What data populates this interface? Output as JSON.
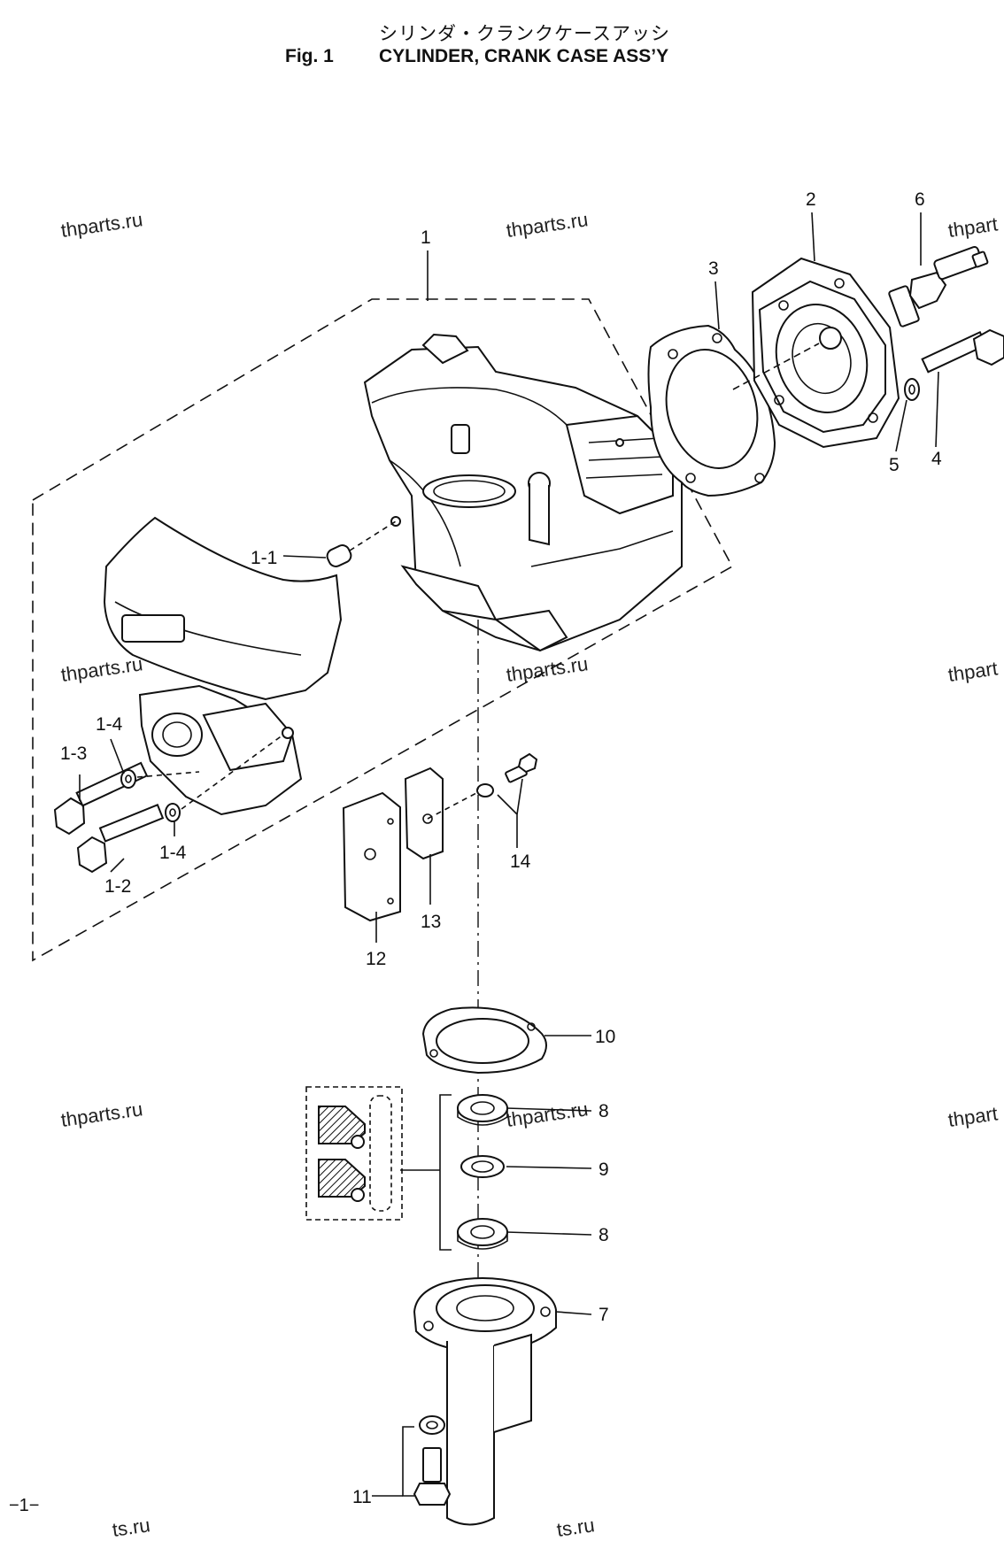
{
  "title": {
    "japanese": "シリンダ・クランクケースアッシ",
    "figure": "Fig. 1",
    "english": "CYLINDER, CRANK CASE ASS’Y"
  },
  "watermark": "thparts.ru",
  "watermark_partial": "thpart",
  "watermark_bottom": "ts.ru",
  "page_number": "−1−",
  "callouts": {
    "p1": "1",
    "p1_1": "1-1",
    "p1_2": "1-2",
    "p1_3": "1-3",
    "p1_4a": "1-4",
    "p1_4b": "1-4",
    "p2": "2",
    "p3": "3",
    "p4": "4",
    "p5": "5",
    "p6": "6",
    "p7": "7",
    "p8a": "8",
    "p8b": "8",
    "p9": "9",
    "p10": "10",
    "p11": "11",
    "p12": "12",
    "p13": "13",
    "p14": "14"
  }
}
